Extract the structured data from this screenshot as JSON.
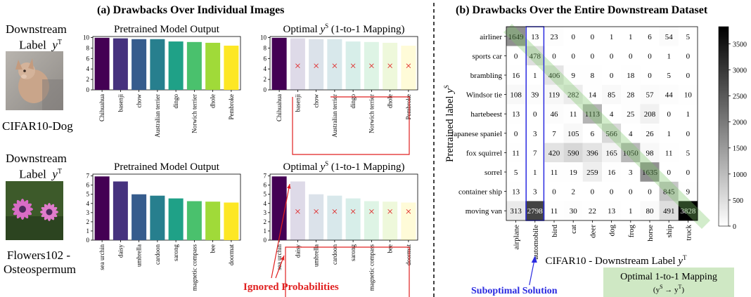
{
  "part_a": {
    "title": "(a) Drawbacks Over Individual Images",
    "rows": [
      {
        "label_line1": "Downstream",
        "label_line2": "Label",
        "label_var": "y",
        "label_sup": "T",
        "caption": "CIFAR10-Dog",
        "left_title": "Pretrained Model Output",
        "right_title_prefix": "Optimal",
        "right_title_var": "y",
        "right_title_sup": "S",
        "right_title_suffix": "(1-to-1 Mapping)",
        "categories": [
          "Chihuahua",
          "basenji",
          "chow",
          "Australian terrier",
          "dingo",
          "Norwich terrier",
          "dhole",
          "Pembroke"
        ],
        "values": [
          9.95,
          9.85,
          9.7,
          9.7,
          9.25,
          9.15,
          9.0,
          8.45
        ],
        "yticks": [
          0,
          2,
          4,
          6,
          8,
          10
        ],
        "ylim": [
          0,
          10.2
        ]
      },
      {
        "label_line1": "Downstream",
        "label_line2": "Label",
        "label_var": "y",
        "label_sup": "T",
        "caption": "Flowers102 -",
        "caption2": "Osteospermum",
        "left_title": "Pretrained Model Output",
        "right_title_prefix": "Optimal",
        "right_title_var": "y",
        "right_title_sup": "S",
        "right_title_suffix": "(1-to-1 Mapping)",
        "categories": [
          "sea urchin",
          "daisy",
          "umbrella",
          "cardoon",
          "sarong",
          "magnetic compass",
          "bee",
          "doormat"
        ],
        "values": [
          6.95,
          6.4,
          5.0,
          4.85,
          4.55,
          4.25,
          4.2,
          4.1
        ],
        "yticks": [
          0,
          1,
          2,
          3,
          4,
          5,
          6,
          7
        ],
        "ylim": [
          0,
          7.2
        ]
      }
    ],
    "cross_mark": "×",
    "ignored_label": "Ignored Probabilities",
    "colors": [
      "#440154",
      "#46327e",
      "#365c8d",
      "#277f8e",
      "#1fa187",
      "#4ac16d",
      "#a0da39",
      "#fde725"
    ]
  },
  "part_b": {
    "title": "(b) Drawbacks Over the Entire Downstream Dataset",
    "ylabel": "Pretrained label",
    "ylabel_var": "y",
    "ylabel_sup": "S",
    "xlabel": "CIFAR10 - Downstream Label",
    "xlabel_var": "y",
    "xlabel_sup": "T",
    "suboptimal_label": "Suboptimal Solution",
    "optimal_box_line1": "Optimal 1-to-1 Mapping",
    "optimal_box_line2": "(y",
    "optimal_box_sup1": "S",
    "optimal_box_arrow": " → y",
    "optimal_box_sup2": "T",
    "optimal_box_end": ")",
    "colorbar_ticks": [
      0,
      500,
      1000,
      1500,
      2000,
      2500,
      3000,
      3500
    ]
  },
  "chart_data": {
    "type": "heatmap",
    "rows": [
      "airliner",
      "sports car",
      "brambling",
      "Windsor tie",
      "hartebeest",
      "Japanese spaniel",
      "fox squirrel",
      "sorrel",
      "container ship",
      "moving van"
    ],
    "columns": [
      "airplane",
      "automobile",
      "bird",
      "cat",
      "deer",
      "dog",
      "frog",
      "horse",
      "ship",
      "truck"
    ],
    "values": [
      [
        1649,
        13,
        23,
        0,
        0,
        1,
        1,
        6,
        54,
        5
      ],
      [
        0,
        478,
        0,
        0,
        0,
        0,
        0,
        0,
        1,
        0
      ],
      [
        16,
        1,
        406,
        9,
        8,
        0,
        18,
        0,
        5,
        0
      ],
      [
        108,
        39,
        119,
        282,
        14,
        85,
        28,
        57,
        44,
        10
      ],
      [
        13,
        0,
        46,
        11,
        1113,
        4,
        25,
        208,
        0,
        1
      ],
      [
        0,
        3,
        7,
        105,
        6,
        566,
        4,
        26,
        1,
        0
      ],
      [
        11,
        7,
        420,
        590,
        396,
        165,
        1050,
        98,
        11,
        5
      ],
      [
        5,
        1,
        11,
        19,
        259,
        16,
        3,
        1635,
        0,
        0
      ],
      [
        13,
        3,
        0,
        2,
        0,
        0,
        0,
        0,
        845,
        9
      ],
      [
        313,
        2798,
        11,
        30,
        22,
        13,
        1,
        80,
        491,
        3828
      ]
    ],
    "vmin": 0,
    "vmax": 3828
  }
}
